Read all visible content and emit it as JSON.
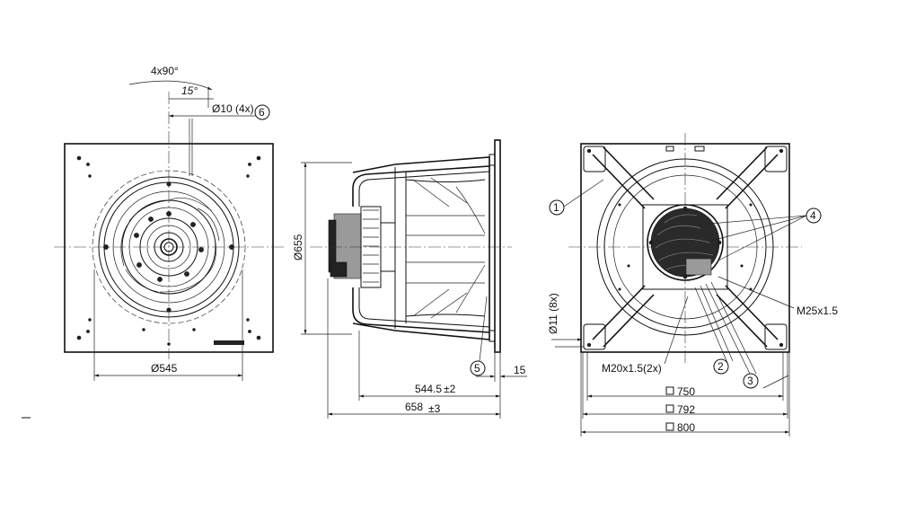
{
  "dims": {
    "angle_4x90": "4x90°",
    "angle_15": "15°",
    "hole_dia_10": "Ø10 (4x)",
    "dia_545": "Ø545",
    "dia_655": "Ø655",
    "len_544_5": "544.5",
    "len_544_5_tol": "±2",
    "len_658": "658",
    "len_658_tol": "±3",
    "len_15": "15",
    "hole_dia_11": "Ø11 (8x)",
    "sq_750": "750",
    "sq_792": "792",
    "sq_800": "800",
    "thread_m25": "M25x1.5",
    "thread_m20": "M20x1.5(2x)"
  },
  "balloons": {
    "b1": "1",
    "b2": "2",
    "b3": "3",
    "b4": "4",
    "b5": "5",
    "b6": "6"
  },
  "colors": {
    "line": "#111111",
    "hatch": "#9a9a9a"
  }
}
